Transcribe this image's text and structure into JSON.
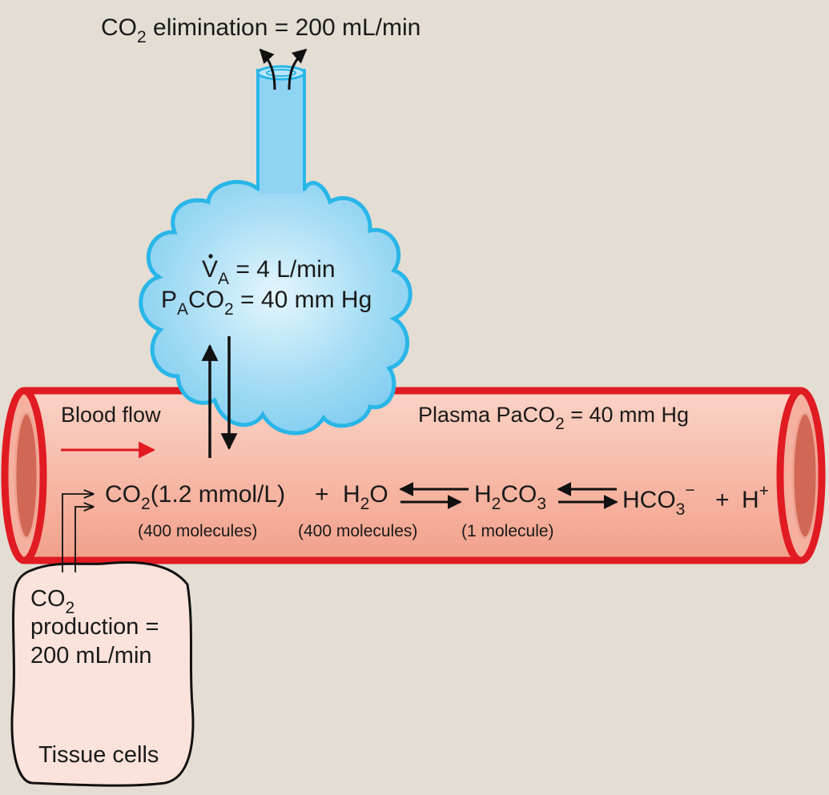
{
  "labels": {
    "elimination": {
      "pre": "CO",
      "sub": "2",
      "post": " elimination = 200 mL/min"
    },
    "va": {
      "pre": "V",
      "sub": "A",
      "post": " = 4 L/min"
    },
    "paco2_alv": {
      "p": "P",
      "sub1": "A",
      "mid": "CO",
      "sub2": "2",
      "post": " = 40 mm Hg"
    },
    "blood_flow": "Blood flow",
    "plasma": {
      "pre": "Plasma PaCO",
      "sub": "2",
      "post": " = 40 mm Hg"
    },
    "reaction": {
      "co2": {
        "pre": "CO",
        "sub": "2",
        "post": "(1.2 mmol/L)"
      },
      "plus1": "+",
      "h2o": {
        "pre": "H",
        "sub": "2",
        "post": "O"
      },
      "h2co3": {
        "pre": "H",
        "sub": "2",
        "mid": "CO",
        "sub2": "3"
      },
      "hco3": {
        "pre": "HCO",
        "sub": "3",
        "sup": "−"
      },
      "plus2": "+",
      "h": {
        "pre": "H",
        "sup": "+"
      }
    },
    "molecules": [
      "(400 molecules)",
      "(400 molecules)",
      "(1 molecule)"
    ],
    "production": {
      "l1pre": "CO",
      "l1sub": "2",
      "l2": "production =",
      "l3": "200 mL/min"
    },
    "tissue": "Tissue cells"
  },
  "colors": {
    "background": "#e3ddd4",
    "alveolus": "#8fd3f3",
    "alveolus_stroke": "#29b6e8",
    "vessel": "#f6b0a0",
    "vessel_stroke": "#e11b22",
    "tissue": "#fbe3db",
    "arrow_red": "#e11b22"
  }
}
